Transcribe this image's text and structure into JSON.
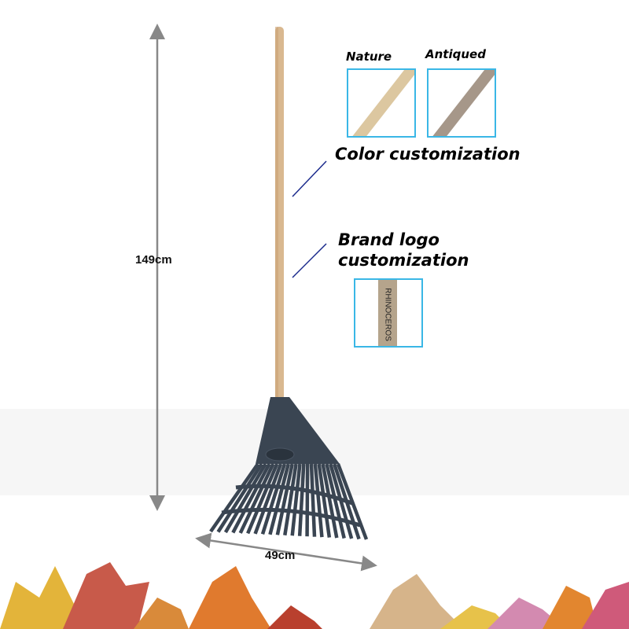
{
  "dimensions": {
    "height": "149cm",
    "width": "49cm"
  },
  "color_options": [
    {
      "label": "Nature",
      "color": "#dcc7a0"
    },
    {
      "label": "Antiqued",
      "color": "#a69789"
    }
  ],
  "color_caption": "Color customization",
  "logo_caption": "Brand logo customization",
  "logo_caption_line1": "Brand logo",
  "logo_caption_line2": "customization",
  "logo_text": "RHINOCEROS",
  "colors": {
    "frame": "#3ab7e6",
    "rake_head": "#3a4552",
    "handle": "#d9b890",
    "arrow": "#888888",
    "pointer": "#1a2a8c"
  }
}
